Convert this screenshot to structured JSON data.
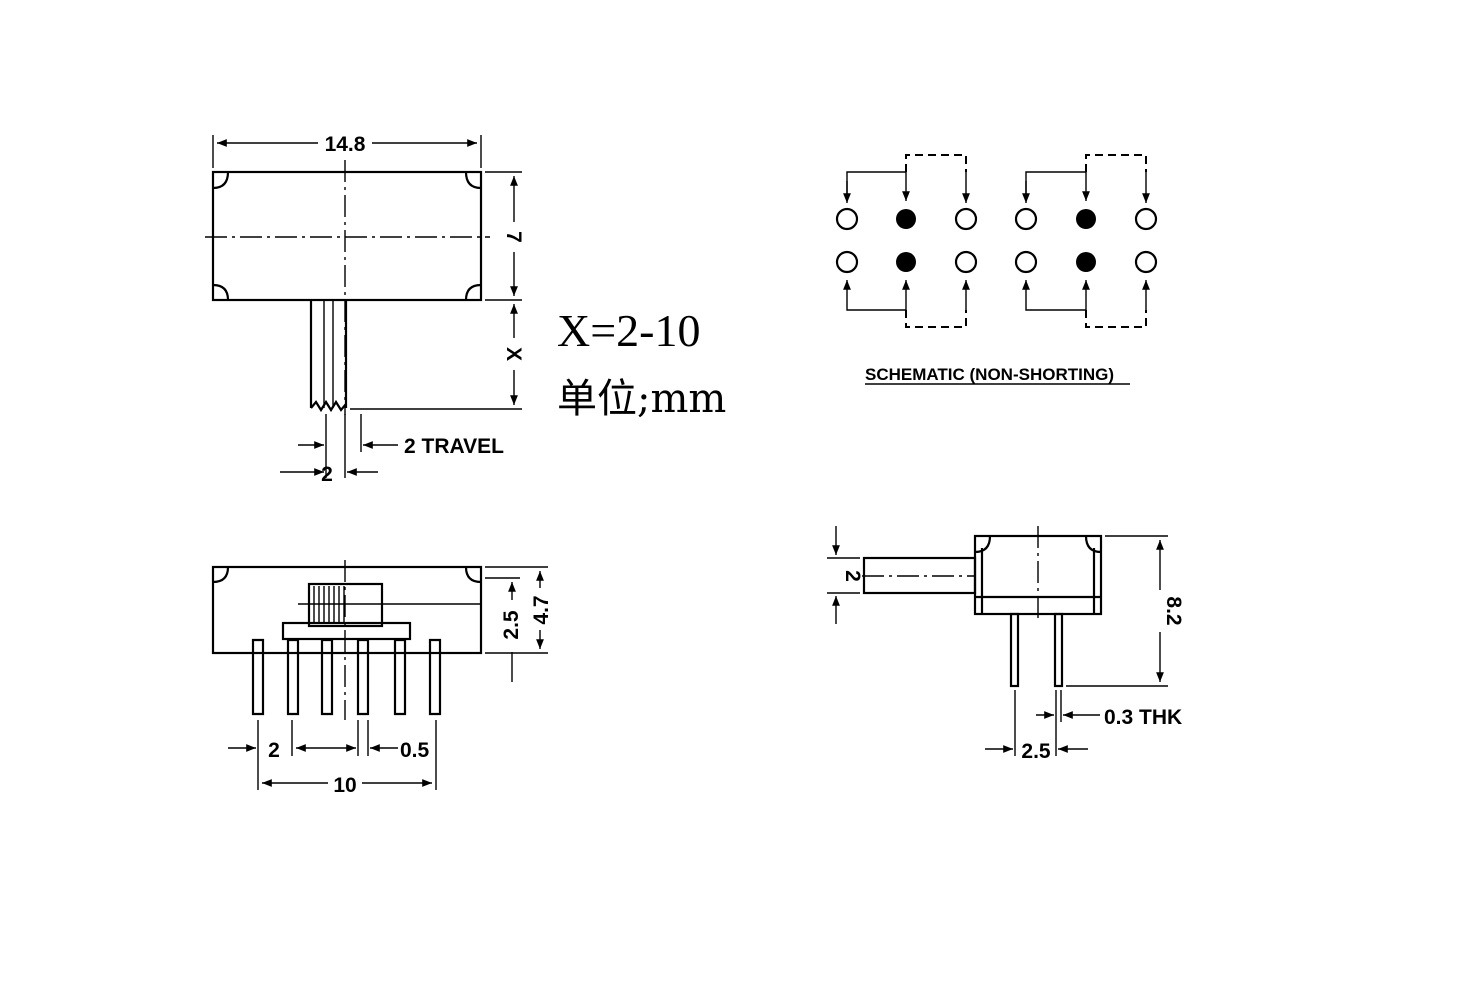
{
  "dims": {
    "width": "14.8",
    "height": "7",
    "x_len": "X",
    "pitch_top": "2",
    "travel": "2 TRAVEL",
    "body_h": "2.5",
    "total_h": "4.7",
    "pin_pitch": "2",
    "pin_w": "0.5",
    "pin_span": "10",
    "actuator": "2",
    "side_h": "8.2",
    "thk": "0.3 THK",
    "row_pitch": "2.5"
  },
  "notes": {
    "x_range": "X=2-10",
    "unit": "单位;mm",
    "schematic": "SCHEMATIC (NON-SHORTING)"
  },
  "colors": {
    "ink": "#000000",
    "paper": "#ffffff"
  }
}
